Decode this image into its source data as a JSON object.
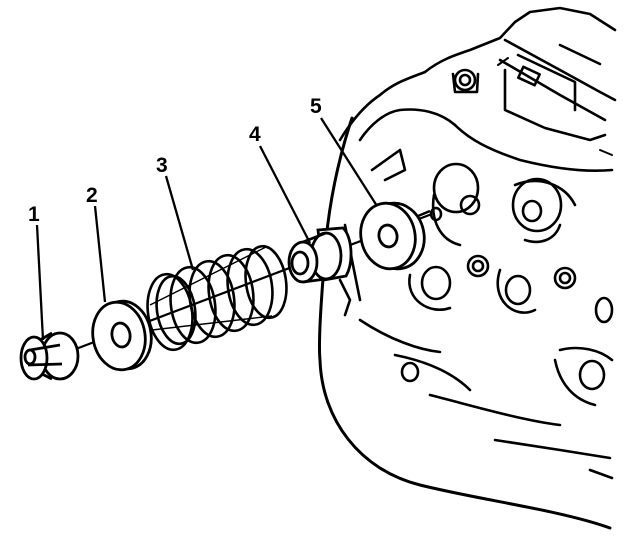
{
  "callouts": [
    {
      "id": "keepers",
      "label": "1"
    },
    {
      "id": "retainer",
      "label": "2"
    },
    {
      "id": "spring",
      "label": "3"
    },
    {
      "id": "oil-seal",
      "label": "4"
    },
    {
      "id": "spring-seat",
      "label": "5"
    }
  ],
  "colors": {
    "ink": "#000000",
    "paper": "#ffffff"
  }
}
